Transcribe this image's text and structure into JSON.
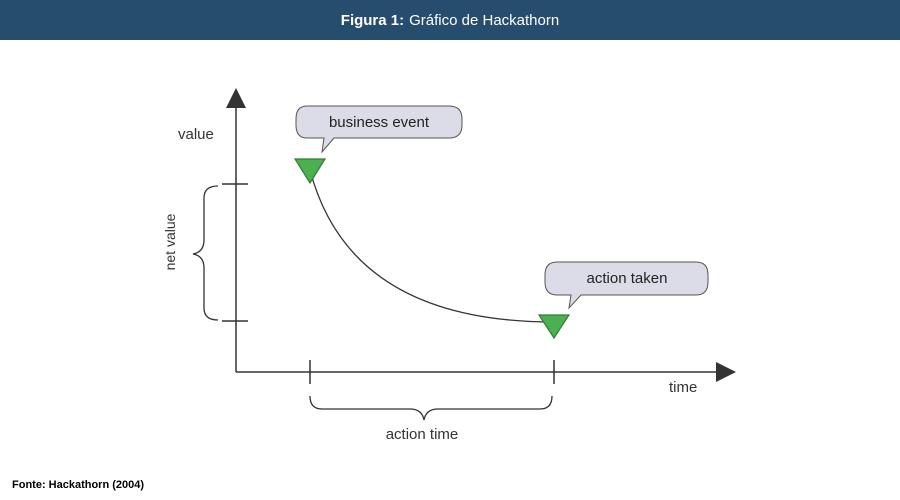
{
  "header": {
    "title_bold": "Figura 1:",
    "title_rest": "Gráfico de Hackathorn"
  },
  "diagram": {
    "y_axis_label": "value",
    "x_axis_label": "time",
    "net_value_label": "net value",
    "action_time_label": "action time",
    "event_callout": "business event",
    "action_callout": "action taken",
    "colors": {
      "header_bg": "#274d6e",
      "marker_fill": "#4caf50",
      "callout_fill": "#dcdce8",
      "line": "#333333"
    }
  },
  "footer": {
    "source": "Fonte: Hackathorn (2004)"
  }
}
